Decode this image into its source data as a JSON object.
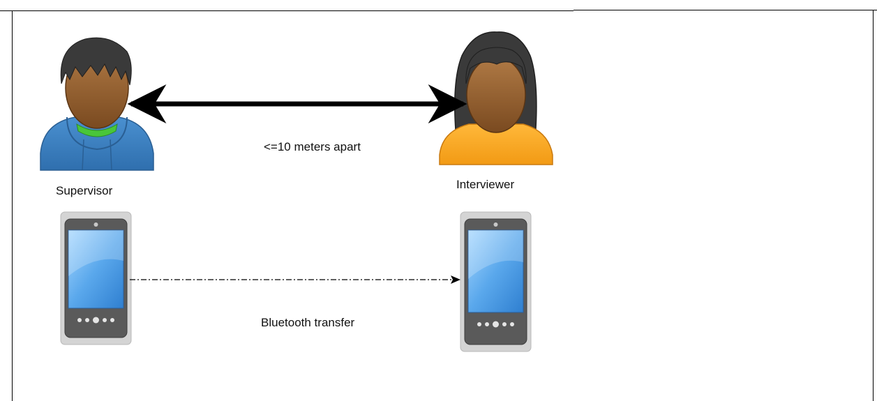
{
  "people": {
    "supervisor_label": "Supervisor",
    "interviewer_label": "Interviewer"
  },
  "connections": {
    "distance_label": "<=10 meters apart",
    "transfer_label": "Bluetooth transfer"
  },
  "colors": {
    "supervisor_hoodie": "#3d7fc0",
    "interviewer_shirt": "#f6a623",
    "skin": "#8c5a2b",
    "hair": "#3a3a3a",
    "phone_screen": "#3d8fd6",
    "phone_body": "#555555",
    "phone_case": "#cfcfcf"
  },
  "icons": [
    "supervisor-avatar-icon",
    "interviewer-avatar-icon",
    "smartphone-icon",
    "smartphone-icon"
  ]
}
